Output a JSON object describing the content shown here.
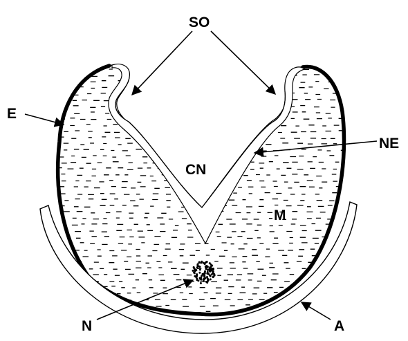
{
  "labels": {
    "so": "SO",
    "e": "E",
    "ne": "NE",
    "cn": "CN",
    "m": "M",
    "n": "N",
    "a": "A"
  },
  "colors": {
    "ink": "#000000",
    "background": "#ffffff"
  }
}
